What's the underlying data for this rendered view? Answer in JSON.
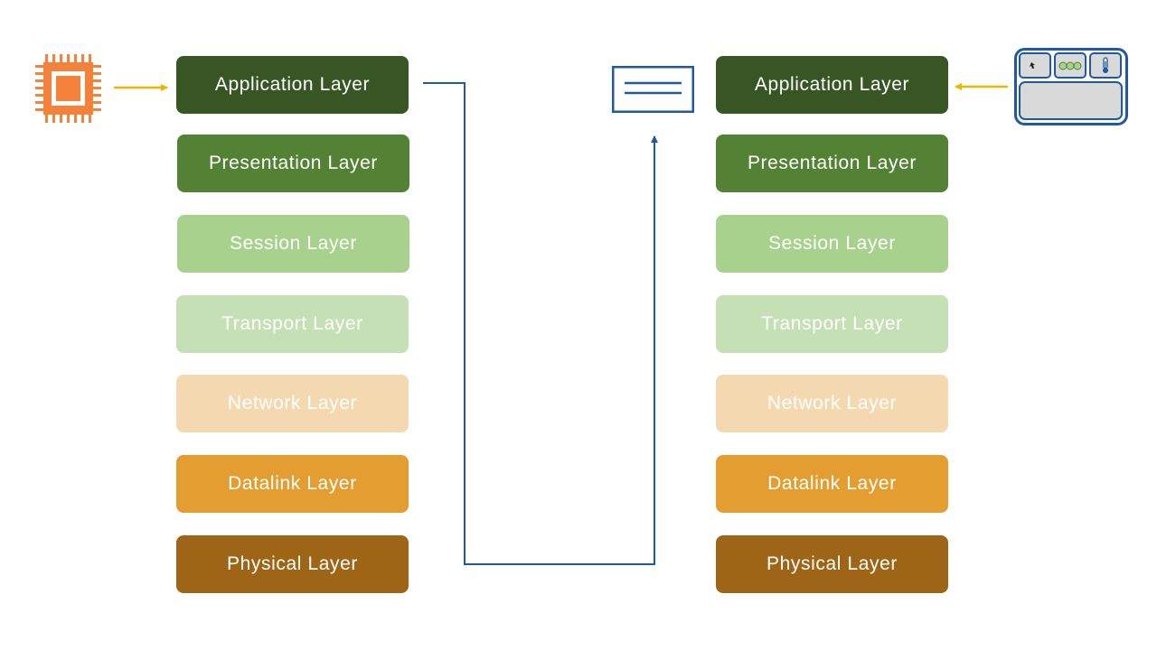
{
  "colors": {
    "application": "#375623",
    "presentation": "#548235",
    "session": "#a9d18e",
    "transport": "#c5e0b4",
    "network": "#f4d9b0",
    "datalink": "#e39d31",
    "physical": "#9e6517",
    "connector": "#1f5aa0",
    "arrow": "#f0b400",
    "chip": "#f4823a"
  },
  "left_stack": {
    "layers": [
      {
        "label": "Application Layer",
        "color": "#375623"
      },
      {
        "label": "Presentation Layer",
        "color": "#548235"
      },
      {
        "label": "Session Layer",
        "color": "#a9d18e"
      },
      {
        "label": "Transport Layer",
        "color": "#c5e0b4"
      },
      {
        "label": "Network Layer",
        "color": "#f4d9b0"
      },
      {
        "label": "Datalink Layer",
        "color": "#e39d31"
      },
      {
        "label": "Physical Layer",
        "color": "#9e6517"
      }
    ]
  },
  "right_stack": {
    "layers": [
      {
        "label": "Application Layer",
        "color": "#375623"
      },
      {
        "label": "Presentation Layer",
        "color": "#548235"
      },
      {
        "label": "Session Layer",
        "color": "#a9d18e"
      },
      {
        "label": "Transport Layer",
        "color": "#c5e0b4"
      },
      {
        "label": "Network Layer",
        "color": "#f4d9b0"
      },
      {
        "label": "Datalink Layer",
        "color": "#e39d31"
      },
      {
        "label": "Physical Layer",
        "color": "#9e6517"
      }
    ]
  },
  "icons": {
    "left_device": "cpu-chip-icon",
    "message": "message-document-icon",
    "right_device": "sensor-panel-icon"
  }
}
